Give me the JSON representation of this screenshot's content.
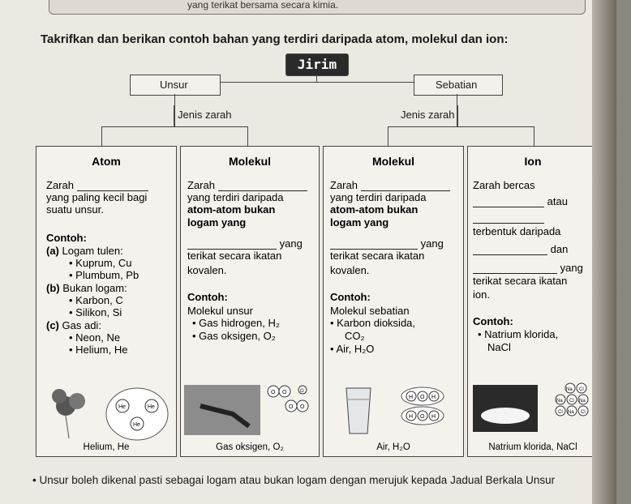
{
  "header_strip": "yang terikat bersama secara kimia.",
  "question": "Takrifkan dan berikan contoh bahan yang terdiri daripada atom, molekul dan ion:",
  "tree": {
    "root": "Jirim",
    "left": "Unsur",
    "right": "Sebatian",
    "left_sub": "Jenis zarah",
    "right_sub": "Jenis zarah"
  },
  "columns": {
    "atom": {
      "title": "Atom",
      "def1": "Zarah",
      "def2": "yang paling kecil bagi",
      "def3": "suatu unsur.",
      "contoh": "Contoh:",
      "a": "(a)",
      "a_text": "Logam tulen:",
      "a1": "Kuprum, Cu",
      "a2": "Plumbum, Pb",
      "b": "(b)",
      "b_text": "Bukan logam:",
      "b1": "Karbon, C",
      "b2": "Silikon, Si",
      "c": "(c)",
      "c_text": "Gas adi:",
      "c1": "Neon, Ne",
      "c2": "Helium, He",
      "caption": "Helium, He",
      "particle_labels": [
        "He",
        "He",
        "He"
      ]
    },
    "molekul1": {
      "title": "Molekul",
      "def1": "Zarah",
      "def2": "yang terdiri daripada",
      "def3": "atom-atom bukan",
      "def4": "logam yang",
      "def5": "yang",
      "def6": "terikat secara ikatan",
      "def7": "kovalen.",
      "contoh": "Contoh:",
      "ex0": "Molekul unsur",
      "ex1": "Gas hidrogen, H₂",
      "ex2": "Gas oksigen, O₂",
      "caption": "Gas oksigen, O₂",
      "particle_labels": [
        "O",
        "O",
        "O",
        "O",
        "O"
      ]
    },
    "molekul2": {
      "title": "Molekul",
      "def1": "Zarah",
      "def2": "yang terdiri daripada",
      "def3": "atom-atom bukan",
      "def4": "logam yang",
      "def5": "yang",
      "def6": "terikat secara ikatan",
      "def7": "kovalen.",
      "contoh": "Contoh:",
      "ex0": "Molekul sebatian",
      "ex1": "Karbon dioksida,",
      "ex1b": "CO₂",
      "ex2": "Air, H₂O",
      "caption": "Air, H₂O",
      "particle_labels": [
        "H",
        "O",
        "H",
        "H",
        "O",
        "H"
      ]
    },
    "ion": {
      "title": "Ion",
      "def1": "Zarah bercas",
      "def2": "atau",
      "def3": "terbentuk daripada",
      "def4": "dan",
      "def5": "yang",
      "def6": "terikat secara ikatan",
      "def7": "ion.",
      "contoh": "Contoh:",
      "ex1": "Natrium klorida,",
      "ex2": "NaCl",
      "caption": "Natrium klorida, NaCl",
      "particle_labels": [
        "Na",
        "Cl",
        "Na",
        "Cl",
        "Na",
        "Cl",
        "Na",
        "Cl"
      ]
    }
  },
  "footer": "Unsur boleh dikenal pasti sebagai logam atau bukan logam dengan merujuk kepada Jadual Berkala Unsur"
}
